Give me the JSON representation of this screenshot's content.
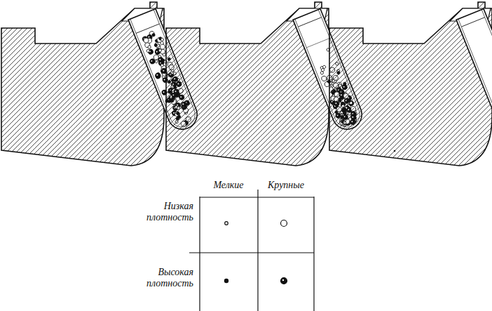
{
  "diagram": {
    "labels": [
      "Мелкие",
      "Крупные",
      "Низкая плотность",
      "Высокая плотность"
    ]
  }
}
